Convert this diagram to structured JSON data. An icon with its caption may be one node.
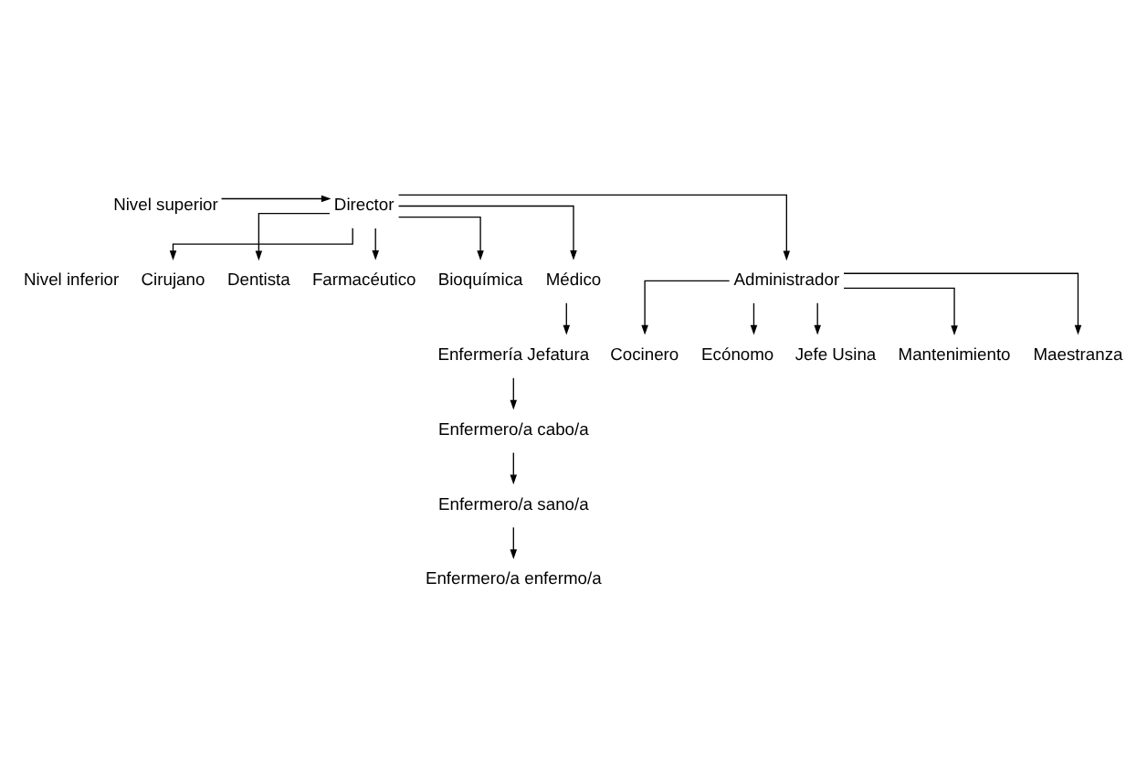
{
  "diagram": {
    "nodes": [
      {
        "text": [
          "Nivel superior"
        ]
      },
      {
        "text": [
          "Director"
        ]
      },
      {
        "text": [
          "Cirujano"
        ]
      },
      {
        "text": [
          "Dentista"
        ]
      },
      {
        "text": [
          "Farmacéutico"
        ]
      },
      {
        "text": [
          "Bioquímica"
        ]
      },
      {
        "text": [
          "Médico"
        ]
      },
      {
        "text": [
          "Administrador"
        ]
      },
      {
        "text": [
          "Enfermería Jefatura"
        ]
      },
      {
        "text": [
          "Enfermero/a cabo/a"
        ]
      },
      {
        "text": [
          "Enfermero/a sano/a"
        ]
      },
      {
        "text": [
          "Enfermero/a enfermo/a"
        ]
      },
      {
        "text": [
          "Cocinero"
        ]
      },
      {
        "text": [
          "Ecónomo"
        ]
      },
      {
        "text": [
          "Jefe Usina"
        ]
      },
      {
        "text": [
          "Mantenimiento"
        ]
      },
      {
        "text": [
          "Maestranza"
        ]
      }
    ],
    "edges": [
      {
        "from": 0,
        "to": 1,
        "arrow": "to"
      },
      {
        "from": 1,
        "to": 6,
        "arrow": "to"
      },
      {
        "from": 1,
        "to": 2,
        "arrow": "to"
      },
      {
        "from": 1,
        "to": 3,
        "arrow": "to"
      },
      {
        "from": 1,
        "to": 4,
        "arrow": "to"
      },
      {
        "from": 1,
        "to": 5,
        "arrow": "to"
      },
      {
        "from": 1,
        "to": 7,
        "arrow": "to"
      },
      {
        "from": 6,
        "to": 8,
        "arrow": "to"
      },
      {
        "from": 8,
        "to": 9,
        "arrow": "to"
      },
      {
        "from": 9,
        "to": 10,
        "arrow": "to"
      },
      {
        "from": 10,
        "to": 11,
        "arrow": "to"
      },
      {
        "from": 7,
        "to": 12,
        "arrow": "to"
      },
      {
        "from": 7,
        "to": 13,
        "arrow": "to"
      },
      {
        "from": 7,
        "to": 14,
        "arrow": "to"
      },
      {
        "from": 7,
        "to": 15,
        "arrow": "to"
      },
      {
        "from": 7,
        "to": 16,
        "arrow": "to"
      }
    ],
    "labels": [
      "Nivel inferior"
    ]
  }
}
